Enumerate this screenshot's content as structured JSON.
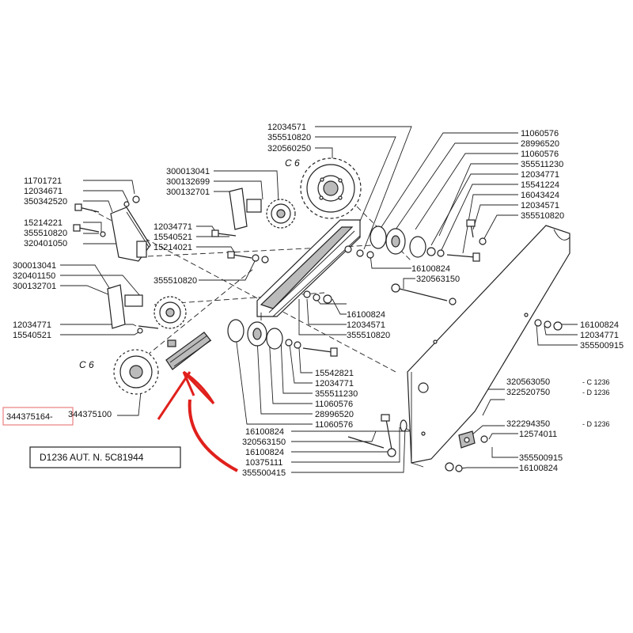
{
  "title_block": "D1236   AUT. N. 5C81944",
  "section_marks": {
    "upper": "C 6",
    "lower": "C 6"
  },
  "labels": {
    "l01": "11701721",
    "l02": "12034671",
    "l03": "350342520",
    "l04": "15214221",
    "l05": "355510820",
    "l06": "320401050",
    "l07": "300013041",
    "l08": "300132699",
    "l09": "300132701",
    "l10": "12034771",
    "l11": "15540521",
    "l12": "15214021",
    "l13": "355510820",
    "l14": "300013041",
    "l15": "320401150",
    "l16": "300132701",
    "l17": "12034771",
    "l18": "15540521",
    "l19": "12034571",
    "l20": "355510820",
    "l21": "320560250",
    "l22": "11060576",
    "l23": "28996520",
    "l24": "11060576",
    "l25": "355511230",
    "l26": "12034771",
    "l27": "15541224",
    "l28": "16043424",
    "l29": "12034571",
    "l30": "355510820",
    "l31": "16100824",
    "l32": "320563150",
    "l33": "16100824",
    "l34": "12034571",
    "l35": "355510820",
    "l36": "16100824",
    "l37": "12034771",
    "l38": "355500915",
    "l39": "15542821",
    "l40": "12034771",
    "l41": "355511230",
    "l42": "11060576",
    "l43": "28996520",
    "l44": "11060576",
    "l45": "320563050",
    "l46": "- C 1236",
    "l47": "322520750",
    "l48": "- D 1236",
    "l49": "322294350",
    "l50": "- D 1236",
    "l51": "12574011",
    "l52": "355500915",
    "l53": "16100824",
    "l54": "16100824",
    "l55": "320563150",
    "l56": "16100824",
    "l57": "10375111",
    "l58": "355500415",
    "l59": "344375164-",
    "l60": "344375100"
  },
  "colors": {
    "ink": "#222222",
    "annotation": "#e0201c",
    "highlight_box": "#e88080"
  }
}
